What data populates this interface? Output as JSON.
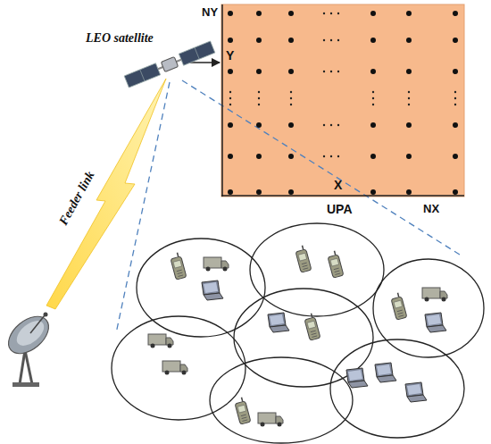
{
  "diagram": {
    "nodes": [
      {
        "text": [
          "NY",
          "Y",
          "X",
          "UPA",
          "NX"
        ]
      }
    ],
    "labels": [
      "LEO satellite",
      "Feeder link"
    ]
  }
}
